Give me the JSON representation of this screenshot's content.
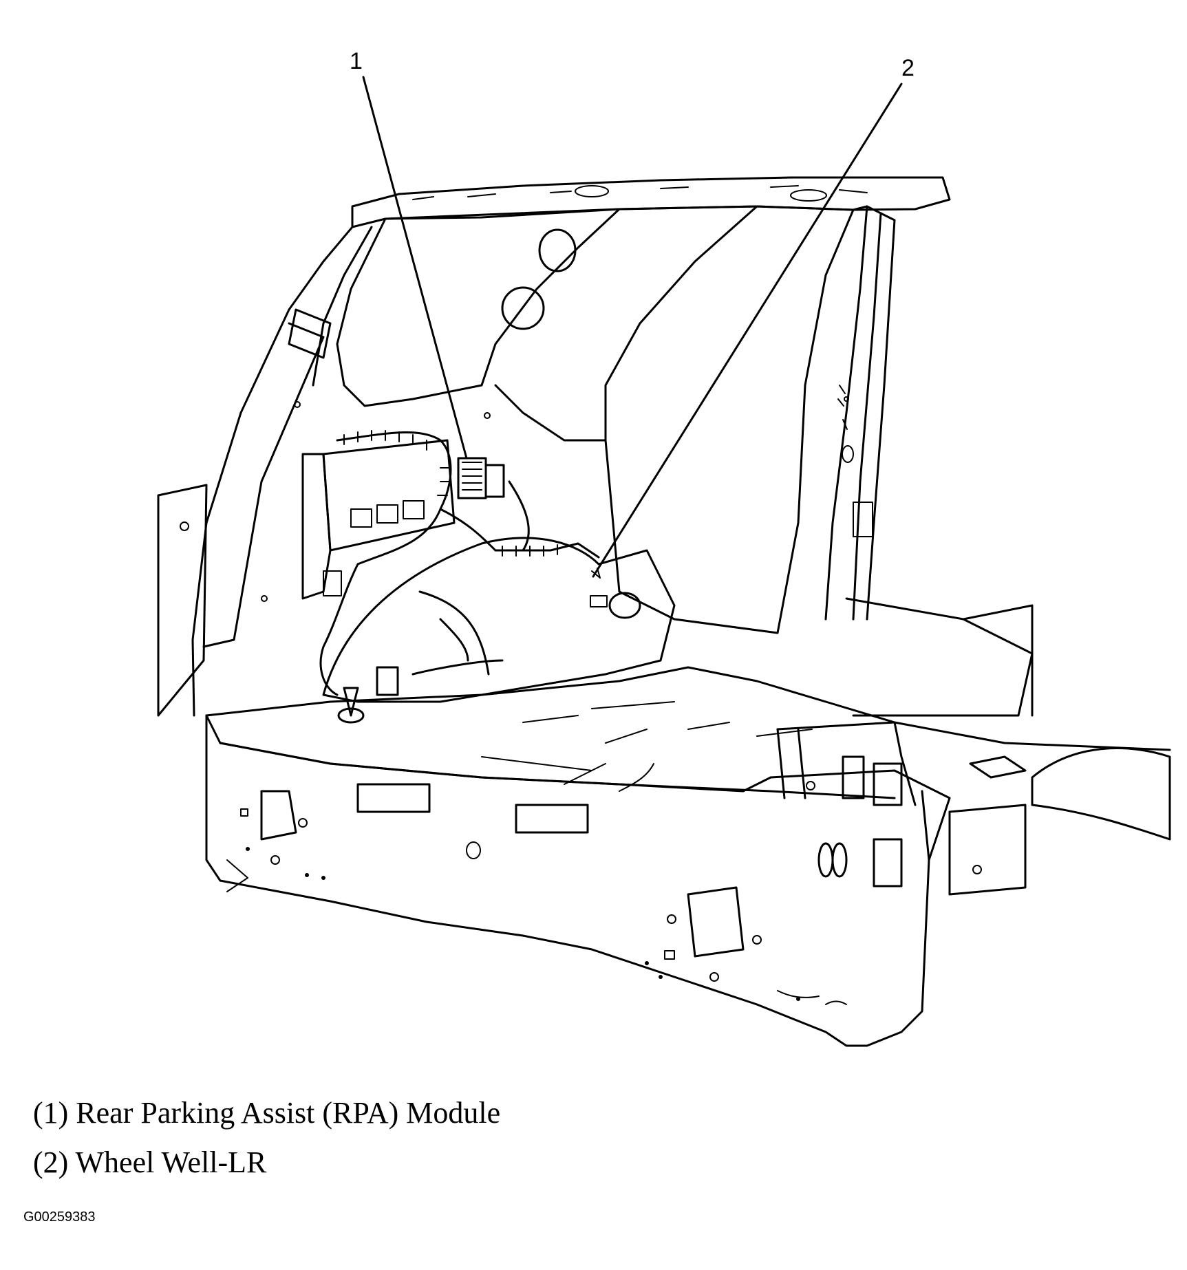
{
  "callouts": [
    {
      "number": "1"
    },
    {
      "number": "2"
    }
  ],
  "legend": [
    {
      "text": "(1) Rear Parking Assist (RPA) Module"
    },
    {
      "text": "(2) Wheel Well-LR"
    }
  ],
  "figure_id": "G00259383"
}
